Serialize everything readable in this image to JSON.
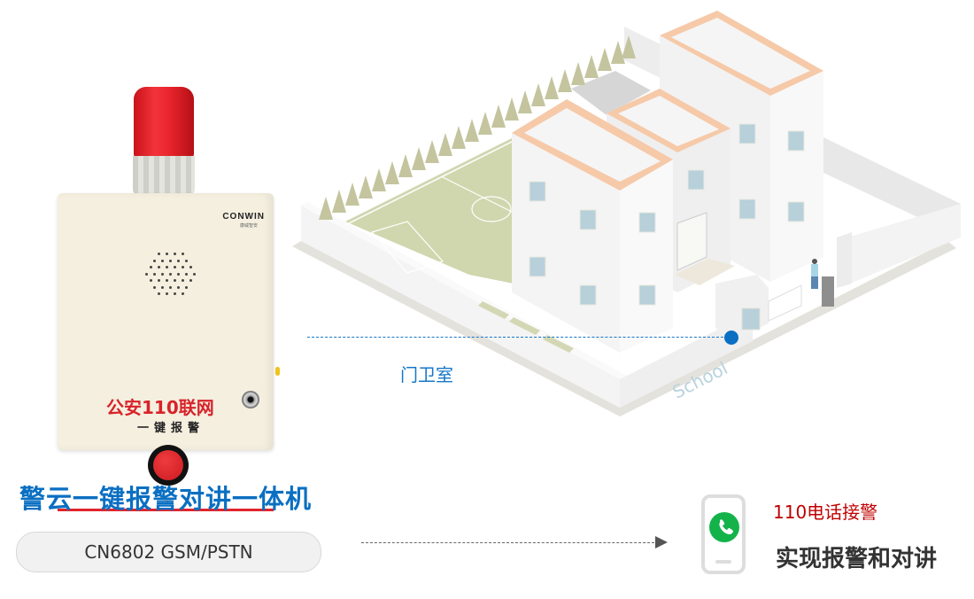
{
  "device": {
    "brand_logo": "CONWIN",
    "brand_logo_sub": "康威智安",
    "panel_title": "公安110联网",
    "panel_subtitle": "一键报警"
  },
  "product": {
    "title": "警云一键报警对讲一体机",
    "model": "CN6802 GSM/PSTN"
  },
  "scene": {
    "sign_text": "School",
    "guard_room_label": "门卫室"
  },
  "result": {
    "line1": "110电话接警",
    "line2": "实现报警和对讲"
  },
  "colors": {
    "title_blue": "#0a6fc2",
    "alert_red": "#c00000",
    "call_green": "#13b34a"
  }
}
